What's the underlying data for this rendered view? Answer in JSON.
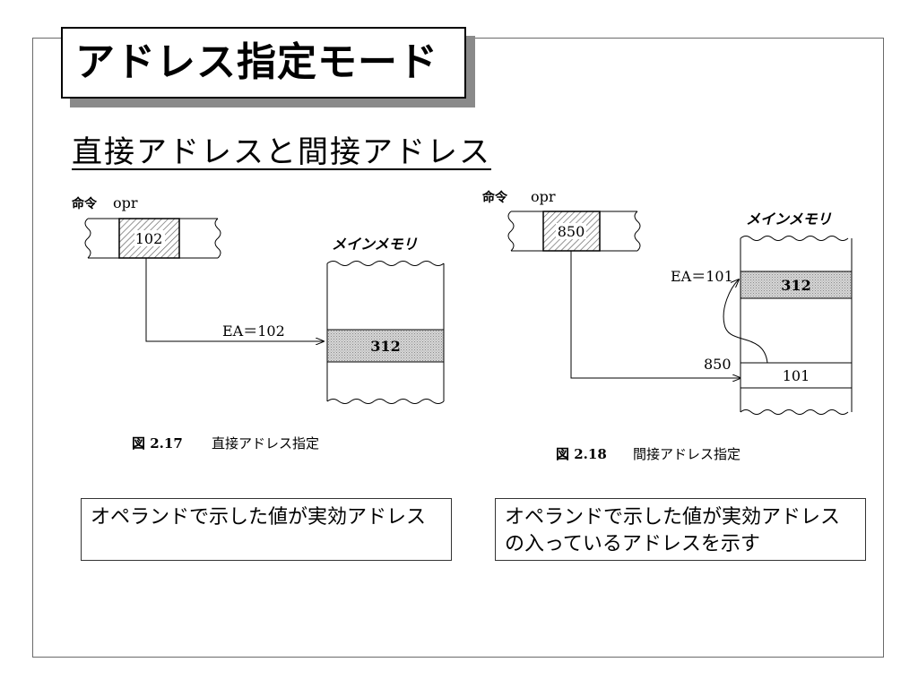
{
  "slide": {
    "title": "アドレス指定モード",
    "subtitle": "直接アドレスと間接アドレス"
  },
  "direct_figure": {
    "instruction_label": "命令",
    "opr_label": "opr",
    "operand_value": "102",
    "memory_label": "メインメモリ",
    "ea_label": "EA＝102",
    "cell_value": "312",
    "caption_number": "図 2.17",
    "caption_text": "直接アドレス指定"
  },
  "indirect_figure": {
    "instruction_label": "命令",
    "opr_label": "opr",
    "operand_value": "850",
    "memory_label": "メインメモリ",
    "ea_label": "EA＝101",
    "target_value": "312",
    "pointer_address": "850",
    "pointer_value": "101",
    "caption_number": "図 2.18",
    "caption_text": "間接アドレス指定"
  },
  "notes": {
    "direct": "オペランドで示した値が実効アドレス",
    "indirect": "オペランドで示した値が実効アドレスの入っているアドレスを示す"
  }
}
